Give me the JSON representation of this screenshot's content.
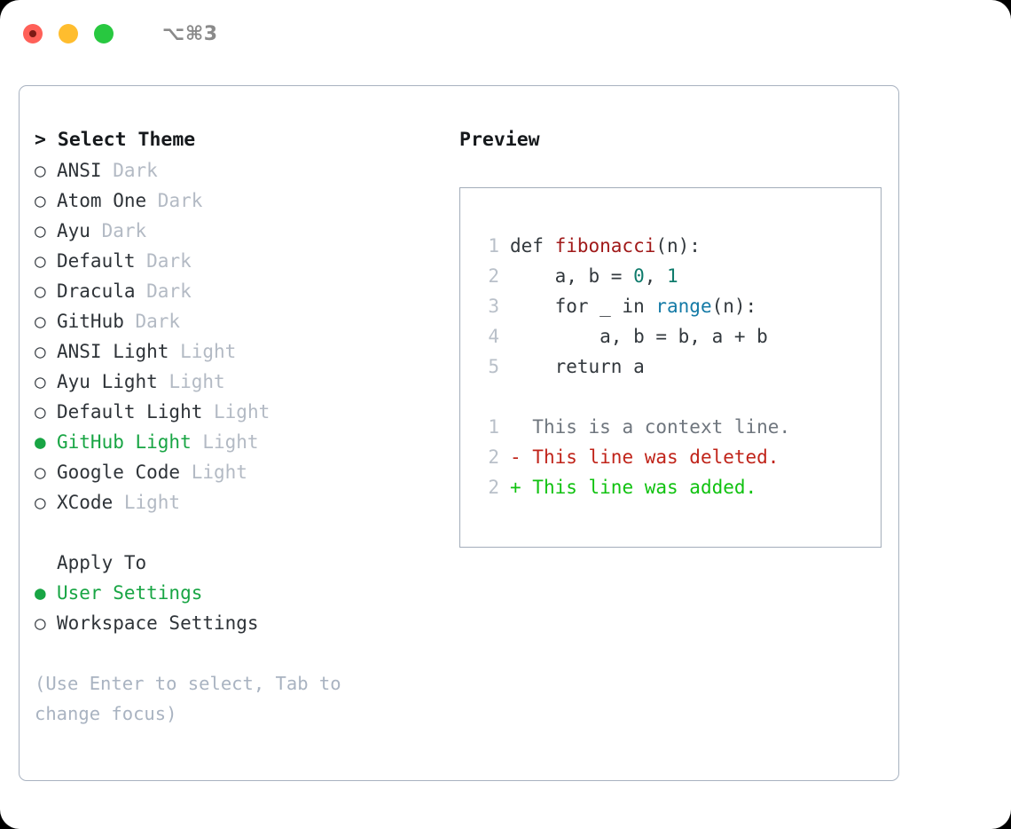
{
  "window": {
    "shortcut": "⌥⌘3",
    "traffic_lights": [
      {
        "name": "close",
        "color": "#ff6058"
      },
      {
        "name": "minimize",
        "color": "#ffbd2e"
      },
      {
        "name": "maximize",
        "color": "#28c840"
      }
    ]
  },
  "theme_panel": {
    "title": "> Select Theme",
    "selected_bullet": "●",
    "unselected_bullet": "○",
    "accent_color": "#18a544",
    "themes": [
      {
        "name": "ANSI",
        "variant": "Dark",
        "selected": false
      },
      {
        "name": "Atom One",
        "variant": "Dark",
        "selected": false
      },
      {
        "name": "Ayu",
        "variant": "Dark",
        "selected": false
      },
      {
        "name": "Default",
        "variant": "Dark",
        "selected": false
      },
      {
        "name": "Dracula",
        "variant": "Dark",
        "selected": false
      },
      {
        "name": "GitHub",
        "variant": "Dark",
        "selected": false
      },
      {
        "name": "ANSI Light",
        "variant": "Light",
        "selected": false
      },
      {
        "name": "Ayu Light",
        "variant": "Light",
        "selected": false
      },
      {
        "name": "Default Light",
        "variant": "Light",
        "selected": false
      },
      {
        "name": "GitHub Light",
        "variant": "Light",
        "selected": true
      },
      {
        "name": "Google Code",
        "variant": "Light",
        "selected": false
      },
      {
        "name": "XCode",
        "variant": "Light",
        "selected": false
      }
    ]
  },
  "apply_to": {
    "title": "Apply To",
    "options": [
      {
        "label": "User Settings",
        "selected": true
      },
      {
        "label": "Workspace Settings",
        "selected": false
      }
    ]
  },
  "hint": "(Use Enter to select, Tab to change focus)",
  "preview": {
    "label": "Preview",
    "code": [
      {
        "lineno": "1",
        "segments": [
          {
            "text": "def ",
            "token": "plain"
          },
          {
            "text": "fibonacci",
            "token": "function"
          },
          {
            "text": "(n):",
            "token": "plain"
          }
        ]
      },
      {
        "lineno": "2",
        "segments": [
          {
            "text": "    a, b = ",
            "token": "plain"
          },
          {
            "text": "0",
            "token": "number"
          },
          {
            "text": ", ",
            "token": "plain"
          },
          {
            "text": "1",
            "token": "number"
          }
        ]
      },
      {
        "lineno": "3",
        "segments": [
          {
            "text": "    for _ in ",
            "token": "plain"
          },
          {
            "text": "range",
            "token": "call"
          },
          {
            "text": "(n):",
            "token": "plain"
          }
        ]
      },
      {
        "lineno": "4",
        "segments": [
          {
            "text": "        a, b = b, a + b",
            "token": "plain"
          }
        ]
      },
      {
        "lineno": "5",
        "segments": [
          {
            "text": "    return a",
            "token": "plain"
          }
        ]
      }
    ],
    "diff": [
      {
        "lineno": "1",
        "marker": " ",
        "text": " This is a context line.",
        "kind": "context"
      },
      {
        "lineno": "2",
        "marker": "-",
        "text": " This line was deleted.",
        "kind": "deleted"
      },
      {
        "lineno": "2",
        "marker": "+",
        "text": " This line was added.",
        "kind": "added"
      }
    ]
  }
}
